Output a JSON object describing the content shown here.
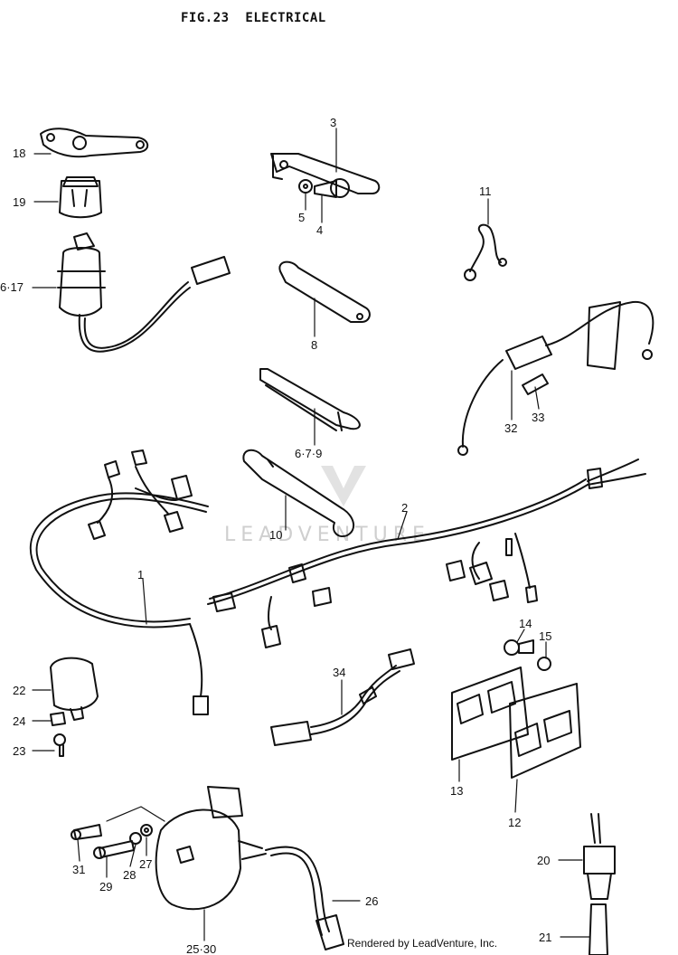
{
  "header": {
    "title": "FIG.23  ELECTRICAL"
  },
  "watermark": {
    "text": "LEADVENTURE"
  },
  "footer": {
    "text": "Rendered by LeadVenture, Inc."
  },
  "callouts": {
    "c1": "1",
    "c2": "2",
    "c3": "3",
    "c4": "4",
    "c5": "5",
    "c6_17": "6·17",
    "c6_7_9": "6·7·9",
    "c8": "8",
    "c10": "10",
    "c11": "11",
    "c12": "12",
    "c13": "13",
    "c14": "14",
    "c15": "15",
    "c18": "18",
    "c19": "19",
    "c20": "20",
    "c21": "21",
    "c22": "22",
    "c23": "23",
    "c24": "24",
    "c25_30": "25·30",
    "c26": "26",
    "c27": "27",
    "c28": "28",
    "c29": "29",
    "c31": "31",
    "c32": "32",
    "c33": "33",
    "c34": "34"
  },
  "colors": {
    "ink": "#111111",
    "paper": "#ffffff",
    "watermark": "#cfcfcf"
  }
}
